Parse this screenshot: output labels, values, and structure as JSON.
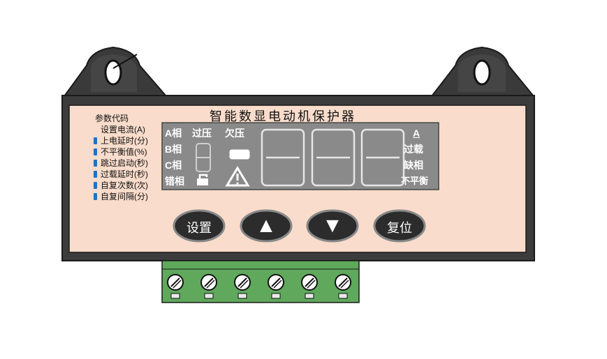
{
  "device": {
    "title": "智能数显电动机保护器"
  },
  "params": {
    "header": "参数代码",
    "items": [
      {
        "label": "设置电流(A)"
      },
      {
        "label": "上电延时(分)"
      },
      {
        "label": "不平衡值(%)"
      },
      {
        "label": "跳过启动(秒)"
      },
      {
        "label": "过载延时(秒)"
      },
      {
        "label": "自复次数(次)"
      },
      {
        "label": "自复间隔(分)"
      }
    ]
  },
  "lcd": {
    "phase_a": "A相",
    "phase_b": "B相",
    "phase_c": "C相",
    "phase_error": "错相",
    "overvoltage": "过压",
    "undervoltage": "欠压",
    "unit_amp": "A",
    "overload": "过载",
    "phase_loss": "缺相",
    "imbalance": "不平衡"
  },
  "buttons": {
    "set": "设置",
    "up": "▲",
    "down": "▼",
    "reset": "复位"
  },
  "terminals": {
    "count": 6
  },
  "colors": {
    "panel": "#f9dccb",
    "housing": "#3c3c3c",
    "lcd": "#8a8a8a",
    "segment_off": "#a4a4a4",
    "terminal_green": "#5fa85c",
    "button": "#2c2c2c"
  }
}
